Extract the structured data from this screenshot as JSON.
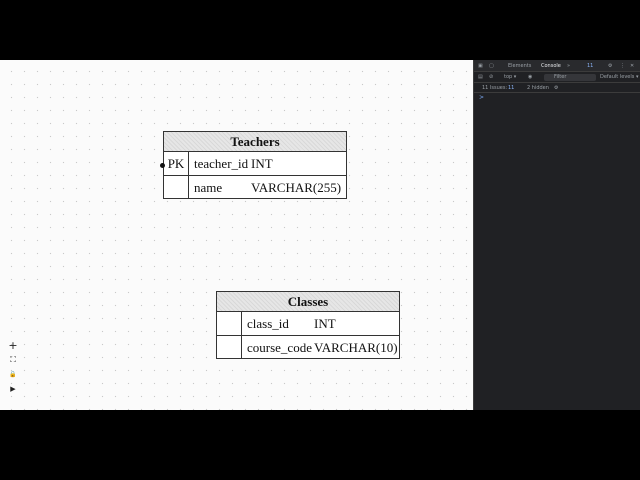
{
  "tables": [
    {
      "name": "Teachers",
      "rows": [
        {
          "key": "PK",
          "column": "teacher_id",
          "type": "INT"
        },
        {
          "key": "",
          "column": "name",
          "type": "VARCHAR(255)"
        }
      ]
    },
    {
      "name": "Classes",
      "rows": [
        {
          "key": "",
          "column": "class_id",
          "type": "INT"
        },
        {
          "key": "",
          "column": "course_code",
          "type": "VARCHAR(10)"
        }
      ]
    }
  ],
  "toolbar": {
    "zoom_in": "+",
    "fit": "⛶",
    "lock": "🔒",
    "export": "▶"
  },
  "devtools": {
    "tabs": {
      "elements": "Elements",
      "console": "Console",
      "more": "»",
      "badge_count": "11"
    },
    "toolbar": {
      "context": "top ▾",
      "filter_placeholder": "Filter",
      "levels": "Default levels ▾"
    },
    "issues": {
      "count": "11 Issues:",
      "badge": "11",
      "hidden": "2 hidden"
    },
    "prompt": ">"
  },
  "colors": {
    "accent": "#8ab4f8",
    "devtools_bg": "#202124"
  }
}
